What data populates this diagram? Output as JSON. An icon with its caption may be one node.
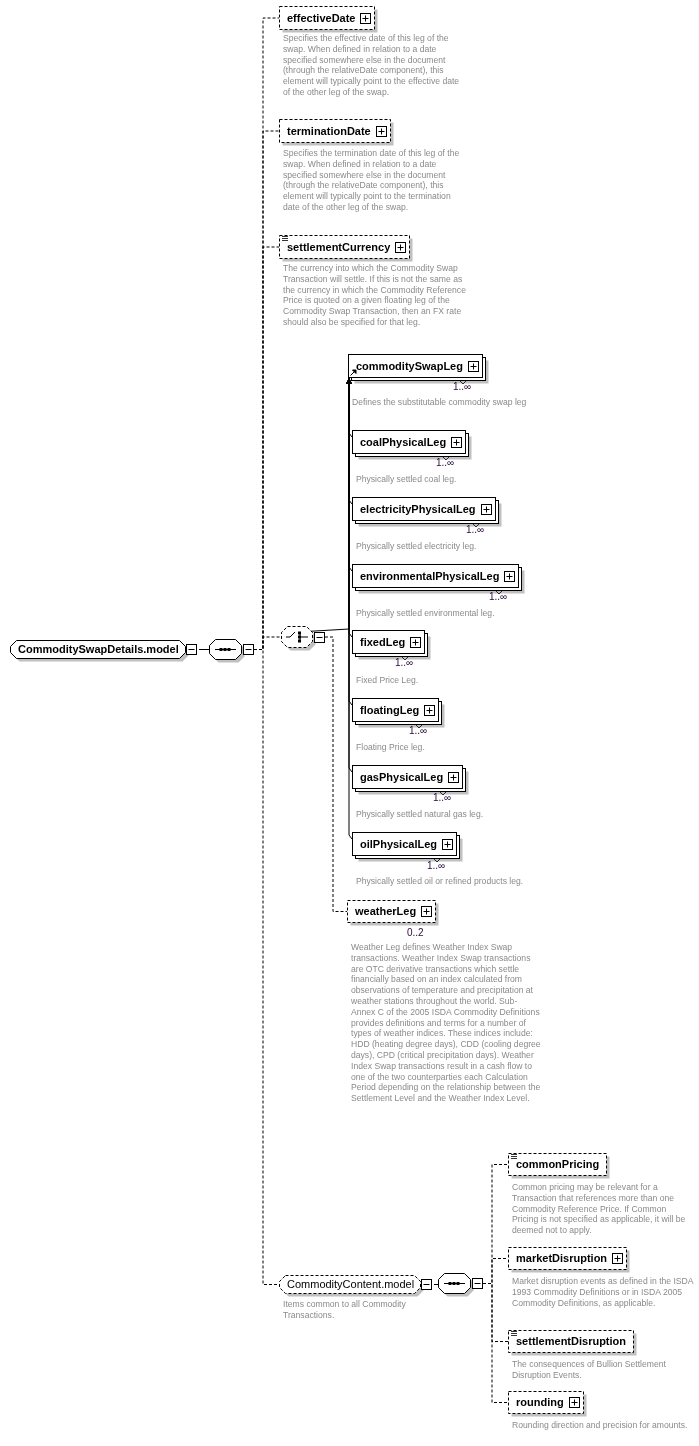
{
  "diagram": {
    "nodes": [
      {
        "text": [
          "CommoditySwapDetails.model"
        ]
      },
      {
        "text": [],
        "shape": "octagon"
      },
      {
        "text": [
          "effectiveDate"
        ],
        "beside": [
          "Specifies the effective date of this leg of the swap. When defined in relation to a date specified somewhere else in the document (through the relativeDate component), this element will typically point to the effective date of the other leg of the swap."
        ]
      },
      {
        "text": [
          "terminationDate"
        ],
        "beside": [
          "Specifies the termination date of this leg of the swap. When defined in relation to a date specified somewhere else in the document (through the relativeDate component), this element will typically point to the termination date of the other leg of the swap."
        ]
      },
      {
        "text": [
          "settlementCurrency"
        ],
        "beside": [
          "The currency into which the Commodity Swap Transaction will settle. If this is not the same as the currency in which the Commodity Reference Price is quoted on a given floating leg of the Commodity Swap Transaction, then an FX rate should also be specified for that leg."
        ]
      },
      {
        "text": [],
        "shape": "octagon"
      },
      {
        "text": [
          "commoditySwapLeg"
        ],
        "beside": [
          "1..∞",
          "Defines the substitutable commodity swap leg"
        ]
      },
      {
        "text": [
          "coalPhysicalLeg"
        ],
        "beside": [
          "1..∞",
          "Physically settled coal leg."
        ]
      },
      {
        "text": [
          "electricityPhysicalLeg"
        ],
        "beside": [
          "1..∞",
          "Physically settled electricity leg."
        ]
      },
      {
        "text": [
          "environmentalPhysicalLeg"
        ],
        "beside": [
          "1..∞",
          "Physically settled environmental leg."
        ]
      },
      {
        "text": [
          "fixedLeg"
        ],
        "beside": [
          "1..∞",
          "Fixed Price Leg."
        ]
      },
      {
        "text": [
          "floatingLeg"
        ],
        "beside": [
          "1..∞",
          "Floating Price leg."
        ]
      },
      {
        "text": [
          "gasPhysicalLeg"
        ],
        "beside": [
          "1..∞",
          "Physically settled natural gas leg."
        ]
      },
      {
        "text": [
          "oilPhysicalLeg"
        ],
        "beside": [
          "1..∞",
          "Physically settled oil or refined products leg."
        ]
      },
      {
        "text": [
          "weatherLeg"
        ],
        "beside": [
          "0..2",
          "Weather Leg defines Weather Index Swap transactions. Weather Index Swap transactions are OTC derivative transactions which settle financially based on an index calculated from observations of temperature and precipitation at weather stations throughout the world. Sub-Annex C of the 2005 ISDA Commodity Definitions provides definitions and terms for a number of types of weather indices. These indices include: HDD (heating degree days), CDD (cooling degree days), CPD (critical precipitation days). Weather Index Swap transactions result in a cash flow to one of the two counterparties each Calculation Period depending on the relationship between the Settlement Level and the Weather Index Level."
        ]
      },
      {
        "text": [
          "CommodityContent.model"
        ],
        "beside": [
          "Items common to all Commodity Transactions."
        ]
      },
      {
        "text": [],
        "shape": "octagon"
      },
      {
        "text": [
          "commonPricing"
        ],
        "beside": [
          "Common pricing may be relevant for a Transaction that references more than one Commodity Reference Price. If Common Pricing is not specified as applicable, it will be deemed not to apply."
        ]
      },
      {
        "text": [
          "marketDisruption"
        ],
        "beside": [
          "Market disruption events as defined in the ISDA 1993 Commodity Definitions or in ISDA 2005 Commodity Definitions, as applicable."
        ]
      },
      {
        "text": [
          "settlementDisruption"
        ],
        "beside": [
          "The consequences of Bullion Settlement Disruption Events."
        ]
      },
      {
        "text": [
          "rounding"
        ],
        "beside": [
          "Rounding direction and precision for amounts."
        ]
      }
    ],
    "edges": [
      {
        "from": 0,
        "to": 1,
        "arrow": "none"
      },
      {
        "from": 1,
        "to": 2,
        "arrow": "none",
        "style": "dashed"
      },
      {
        "from": 1,
        "to": 3,
        "arrow": "none",
        "style": "dashed"
      },
      {
        "from": 1,
        "to": 4,
        "arrow": "none",
        "style": "dashed"
      },
      {
        "from": 1,
        "to": 5,
        "arrow": "none",
        "style": "dashed"
      },
      {
        "from": 1,
        "to": 15,
        "arrow": "none",
        "style": "dashed"
      },
      {
        "from": 5,
        "to": 6,
        "arrow": "none"
      },
      {
        "from": 7,
        "to": 6,
        "arrow": "to"
      },
      {
        "from": 8,
        "to": 6,
        "arrow": "to"
      },
      {
        "from": 9,
        "to": 6,
        "arrow": "to"
      },
      {
        "from": 10,
        "to": 6,
        "arrow": "to"
      },
      {
        "from": 11,
        "to": 6,
        "arrow": "to"
      },
      {
        "from": 12,
        "to": 6,
        "arrow": "to"
      },
      {
        "from": 13,
        "to": 6,
        "arrow": "to"
      },
      {
        "from": 5,
        "to": 14,
        "arrow": "none",
        "style": "dashed"
      },
      {
        "from": 15,
        "to": 16,
        "arrow": "none"
      },
      {
        "from": 16,
        "to": 17,
        "arrow": "none",
        "style": "dashed"
      },
      {
        "from": 16,
        "to": 18,
        "arrow": "none",
        "style": "dashed"
      },
      {
        "from": 16,
        "to": 19,
        "arrow": "none",
        "style": "dashed"
      },
      {
        "from": 16,
        "to": 20,
        "arrow": "none",
        "style": "dashed"
      }
    ]
  }
}
